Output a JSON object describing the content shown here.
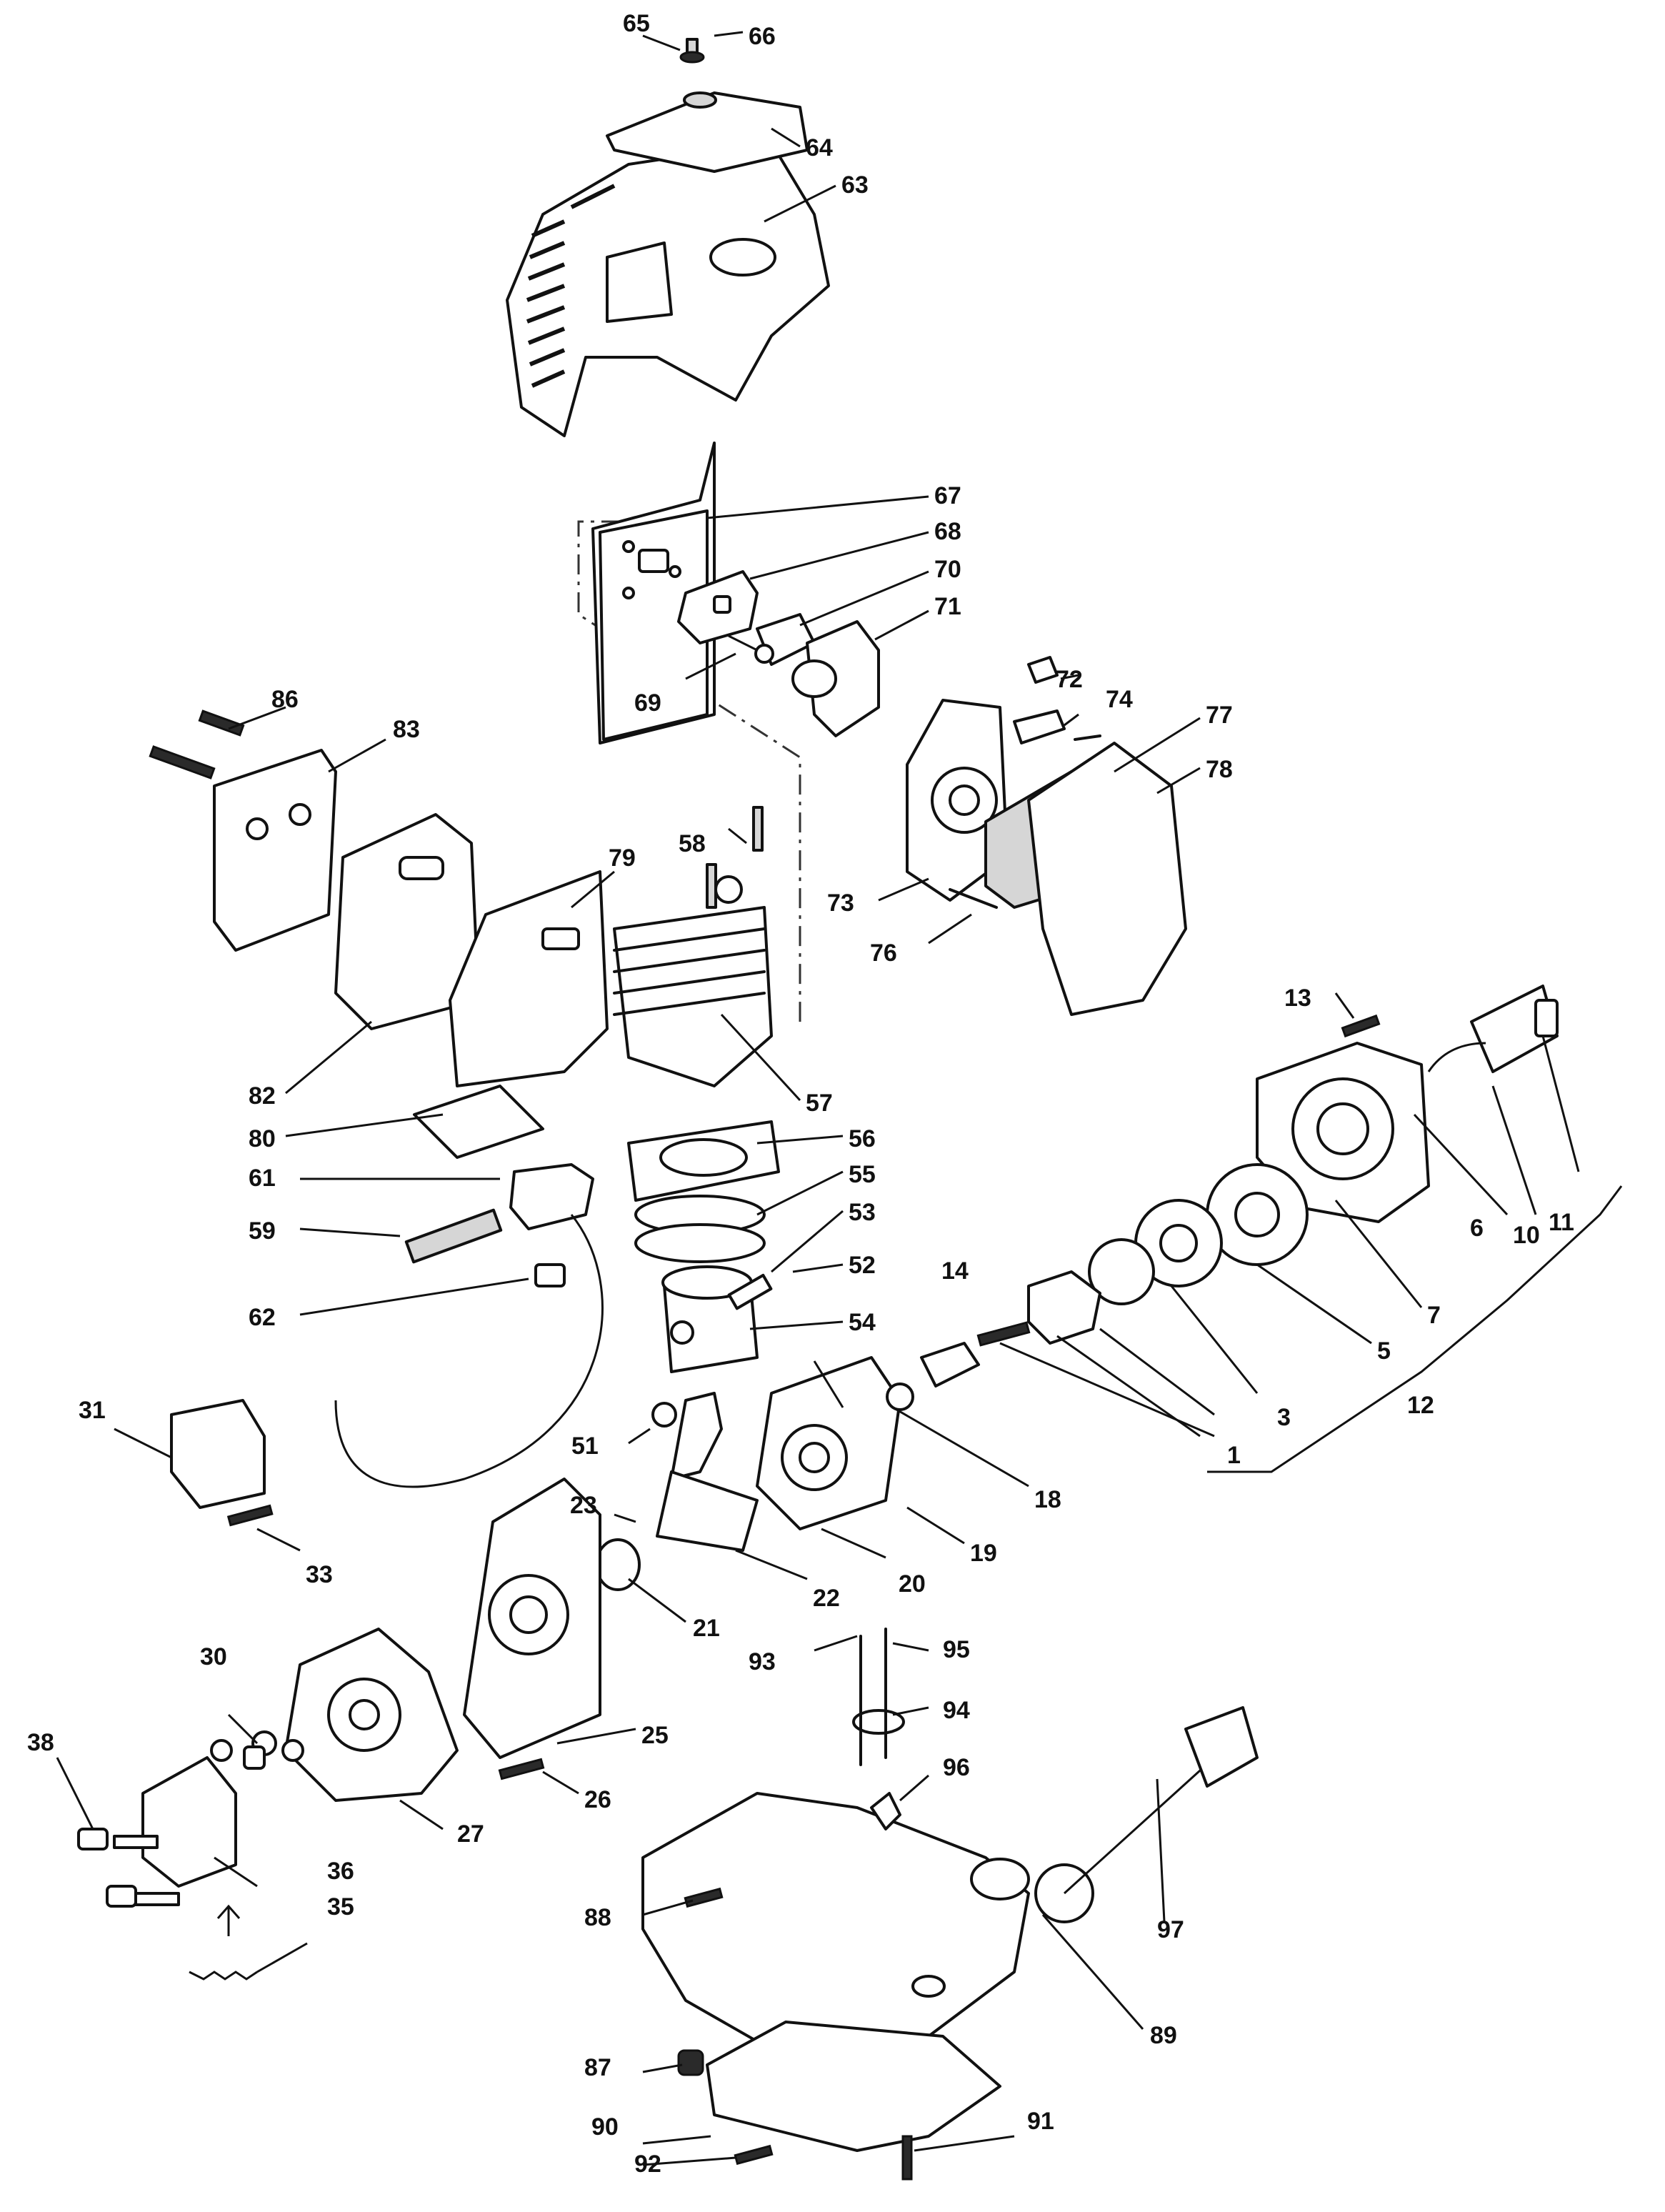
{
  "callouts": {
    "c1": "1",
    "c3": "3",
    "c5": "5",
    "c6": "6",
    "c7": "7",
    "c10": "10",
    "c11": "11",
    "c12": "12",
    "c13": "13",
    "c14": "14",
    "c18": "18",
    "c19": "19",
    "c20": "20",
    "c21": "21",
    "c22": "22",
    "c23": "23",
    "c25": "25",
    "c26": "26",
    "c27": "27",
    "c30": "30",
    "c31": "31",
    "c33": "33",
    "c35": "35",
    "c36": "36",
    "c38": "38",
    "c51": "51",
    "c52": "52",
    "c53": "53",
    "c54": "54",
    "c55": "55",
    "c56": "56",
    "c57": "57",
    "c58": "58",
    "c59": "59",
    "c61": "61",
    "c62": "62",
    "c63": "63",
    "c64": "64",
    "c65": "65",
    "c66": "66",
    "c67": "67",
    "c68": "68",
    "c69": "69",
    "c70": "70",
    "c71": "71",
    "c72": "72",
    "c73": "73",
    "c74": "74",
    "c76": "76",
    "c77": "77",
    "c78": "78",
    "c79": "79",
    "c80": "80",
    "c82": "82",
    "c83": "83",
    "c86": "86",
    "c87": "87",
    "c88": "88",
    "c89": "89",
    "c90": "90",
    "c91": "91",
    "c92": "92",
    "c93": "93",
    "c94": "94",
    "c95": "95",
    "c96": "96",
    "c97": "97"
  }
}
